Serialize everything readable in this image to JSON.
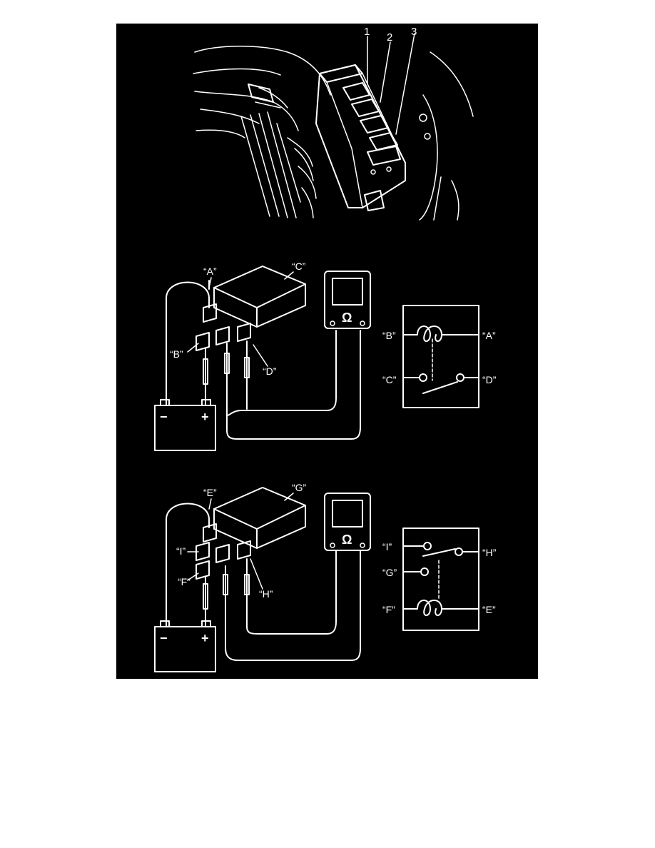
{
  "photo": {
    "callouts": [
      "1",
      "2",
      "3"
    ]
  },
  "test1": {
    "labels": {
      "a": "“A”",
      "b": "“B”",
      "c": "“C”",
      "d": "“D”"
    },
    "meter_symbol": "Ω",
    "battery": {
      "neg": "−",
      "pos": "+"
    },
    "schematic": {
      "b": "“B”",
      "a": "“A”",
      "c": "“C”",
      "d": "“D”"
    }
  },
  "test2": {
    "labels": {
      "e": "“E”",
      "g": "“G”",
      "i": "“I”",
      "f": "“F”",
      "h": "“H”"
    },
    "meter_symbol": "Ω",
    "battery": {
      "neg": "−",
      "pos": "+"
    },
    "schematic": {
      "i": "“I”",
      "h": "“H”",
      "g": "“G”",
      "f": "“F”",
      "e": "“E”"
    }
  }
}
